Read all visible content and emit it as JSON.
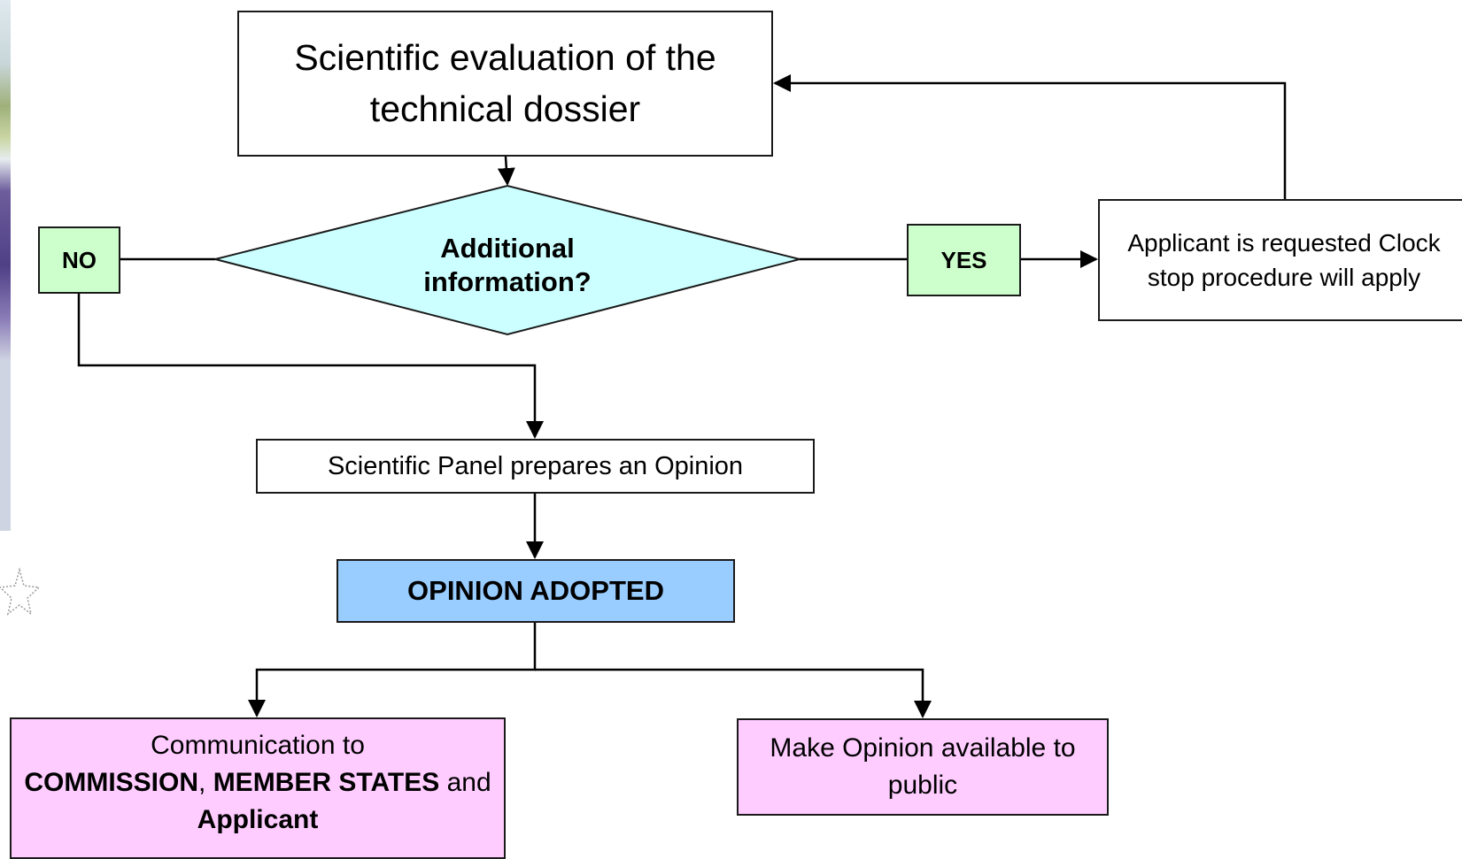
{
  "start": {
    "text": "Scientific evaluation of the technical dossier"
  },
  "decision": {
    "text": "Additional information?",
    "fill": "#ccffff"
  },
  "branches": {
    "no": "NO",
    "yes": "YES",
    "tag_fill": "#ccffcc"
  },
  "request": {
    "text": "Applicant is requested Clock stop procedure will apply"
  },
  "panel": {
    "text": "Scientific Panel prepares an Opinion"
  },
  "adopted": {
    "text": "OPINION ADOPTED",
    "fill": "#99ccff"
  },
  "communication": {
    "line1": "Communication to",
    "bold1": "COMMISSION",
    "sep": ", ",
    "bold2": "MEMBER STATES",
    "and": " and",
    "bold3": "Applicant",
    "fill": "#ffccff"
  },
  "public": {
    "text": "Make Opinion available to public",
    "fill": "#ffccff"
  }
}
